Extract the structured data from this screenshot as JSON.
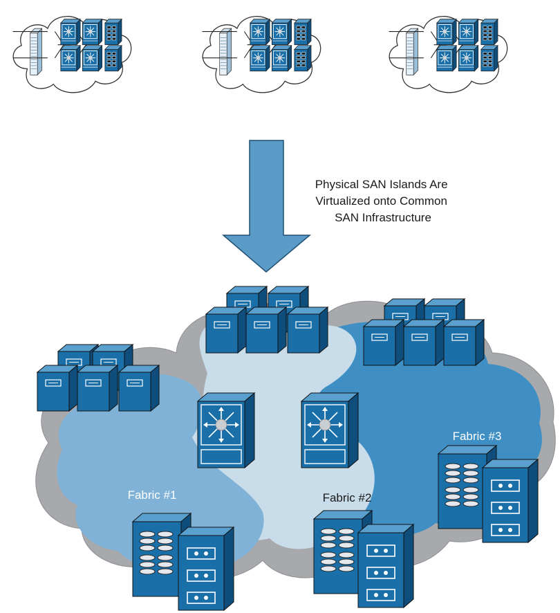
{
  "caption": {
    "lines": [
      "Physical SAN Islands Are",
      "Virtualized onto Common",
      "SAN Infrastructure"
    ]
  },
  "fabrics": [
    {
      "label": "Fabric #1"
    },
    {
      "label": "Fabric #2"
    },
    {
      "label": "Fabric #3"
    }
  ],
  "islands": [
    "island-1",
    "island-2",
    "island-3"
  ],
  "colors": {
    "device_blue": "#1a6fa8",
    "device_dark": "#0f4e7c",
    "cloud_outer": "#a7a9ac",
    "fabric1": "#7fb2d6",
    "fabric2": "#c8dcea",
    "fabric3": "#3f8fc4",
    "arrow": "#5b9bc8"
  }
}
